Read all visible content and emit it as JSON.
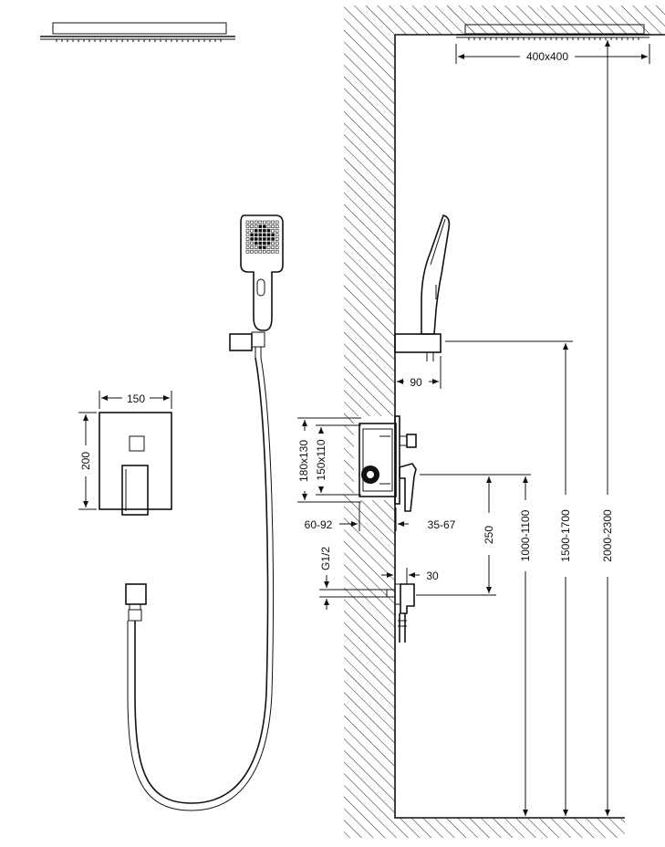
{
  "diagram": {
    "ink_color": "#111111",
    "background": "#ffffff",
    "dimensions": {
      "rain_head_size": "400x400",
      "holder_offset": "90",
      "plate_width": "150",
      "plate_height": "200",
      "box_height": "180x130",
      "box_inner": "150x110",
      "box_depth": "60-92",
      "handle_projection": "35-67",
      "outlet_offset": "30",
      "outlet_thread": "G1/2",
      "outlet_to_valve": "250",
      "valve_height": "1000-1100",
      "holder_height": "1500-1700",
      "head_height": "2000-2300"
    }
  }
}
